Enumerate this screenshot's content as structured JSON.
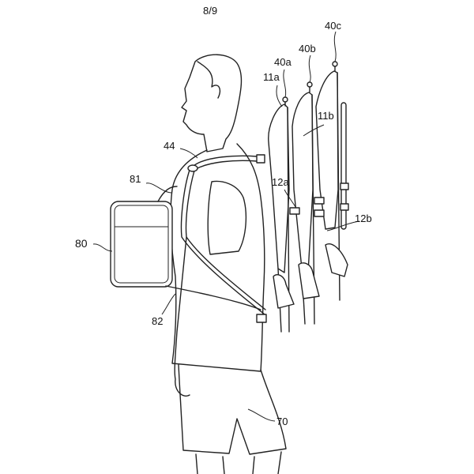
{
  "sheet": {
    "page_number": "8/9"
  },
  "reference_numerals": {
    "hook_c": "40c",
    "hook_b": "40b",
    "hook_a": "40a",
    "chair_a": "11a",
    "chair_b": "11b",
    "harness": "44",
    "strap_upper": "81",
    "leg_a": "12a",
    "leg_b": "12b",
    "pack": "80",
    "strap_lower": "82",
    "person": "70"
  }
}
